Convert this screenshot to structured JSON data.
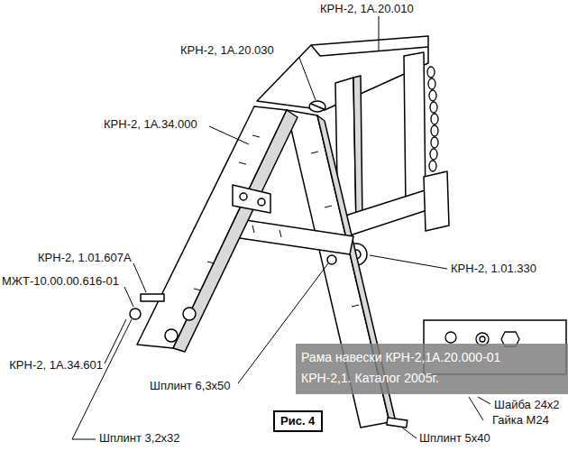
{
  "diagram": {
    "nodes": [
      {
        "text": [
          "Рис. 4"
        ]
      }
    ],
    "labels": [
      "КРН-2, 1А.20.010",
      "КРН-2, 1А.20.030",
      "КРН-2, 1А.34.000",
      "КРН-2, 1.01.330",
      "КРН-2, 1.01.607А",
      "МЖТ-10.00.00.616-01",
      "КРН-2, 1А.34.601",
      "Шплинт 6,3х50",
      "Шплинт 3,2х32",
      "Шплинт 5х40",
      "Шайба 24х2",
      "Гайка М24",
      "Рама навески КРН-2,1А.20.000-01",
      "КРН-2,1. Каталог 2005г."
    ]
  }
}
